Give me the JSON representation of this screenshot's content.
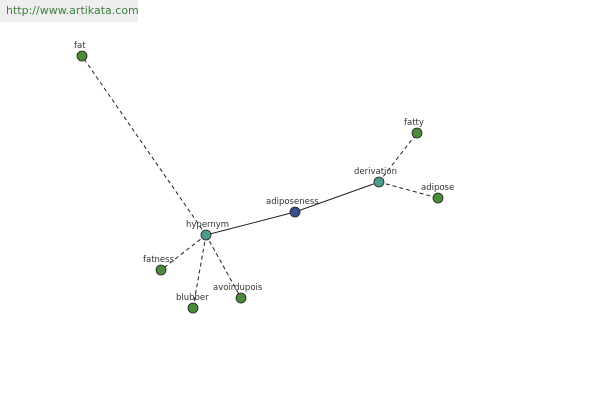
{
  "banner": {
    "url_text": "http://www.artikata.com"
  },
  "colors": {
    "center_node": "#3a4f8a",
    "relation_node": "#4e9a8e",
    "leaf_node": "#4a8a3a",
    "edge": "#222222"
  },
  "graph": {
    "center": {
      "id": "adiposeness",
      "label": "adiposeness"
    },
    "relations": [
      {
        "id": "hypernym",
        "label": "hypernym"
      },
      {
        "id": "derivation",
        "label": "derivation"
      }
    ],
    "leaves": [
      {
        "id": "fat",
        "label": "fat",
        "relation": "hypernym"
      },
      {
        "id": "fatness",
        "label": "fatness",
        "relation": "hypernym"
      },
      {
        "id": "blubber",
        "label": "blubber",
        "relation": "hypernym"
      },
      {
        "id": "avoirdupois",
        "label": "avoirdupois",
        "relation": "hypernym"
      },
      {
        "id": "fatty",
        "label": "fatty",
        "relation": "derivation"
      },
      {
        "id": "adipose",
        "label": "adipose",
        "relation": "derivation"
      }
    ]
  }
}
